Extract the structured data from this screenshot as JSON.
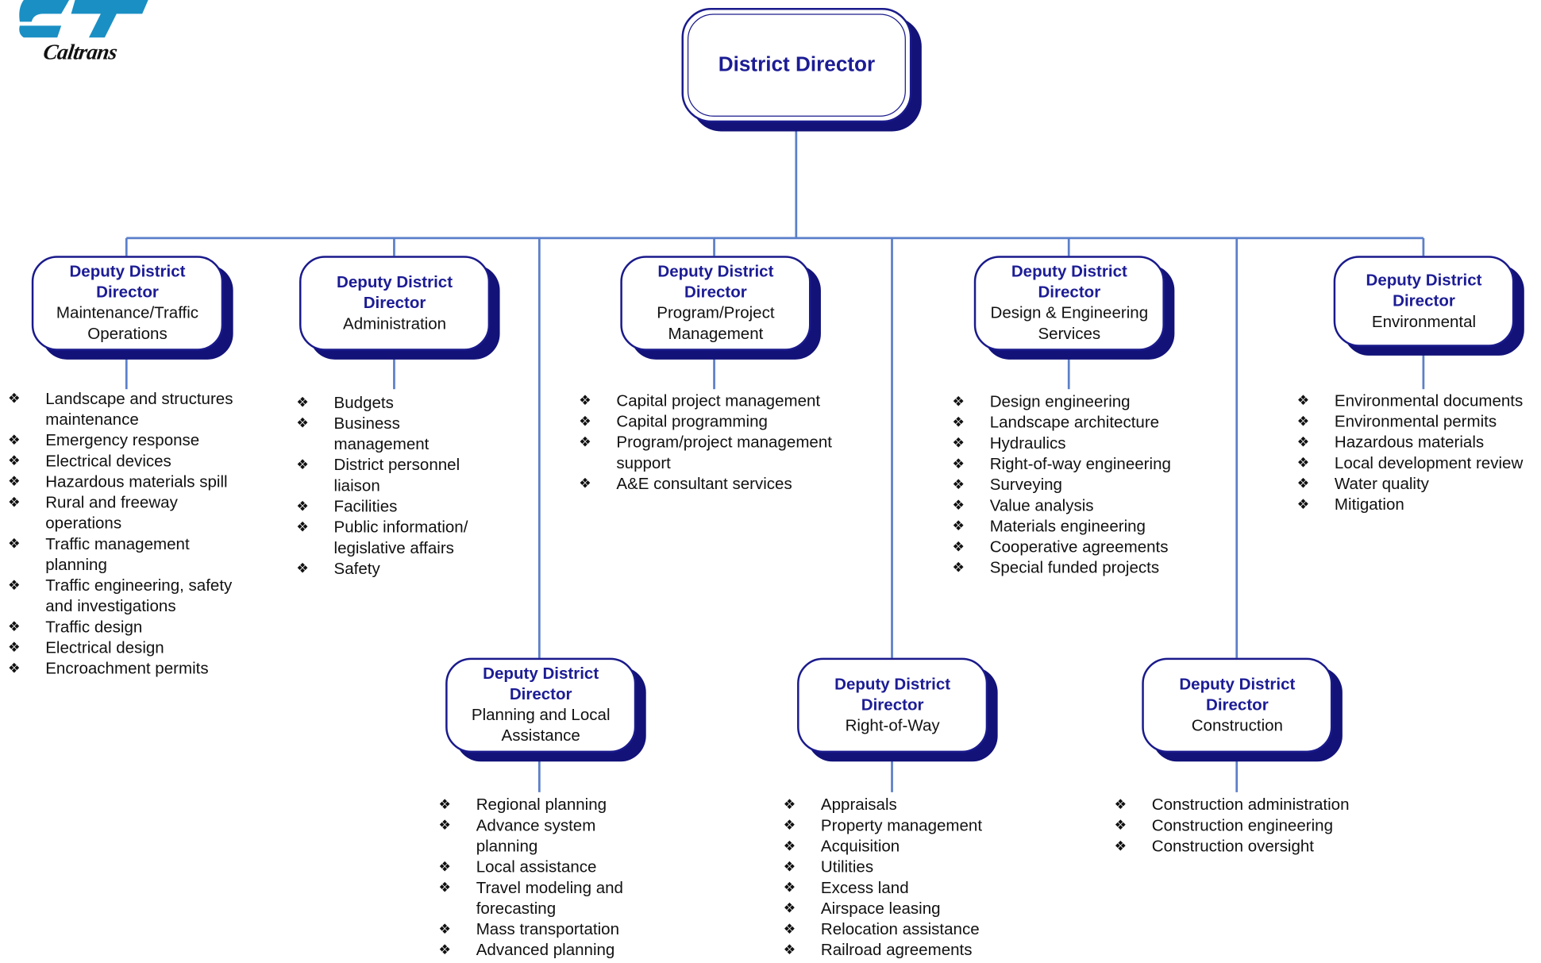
{
  "logo": {
    "wordmark": "Caltrans",
    "colors": {
      "primary": "#1a8fc4",
      "text": "#111111"
    }
  },
  "colors": {
    "box_border": "#1a1a8c",
    "box_shadow": "#121278",
    "title": "#1c1c95",
    "connector": "#5b7fc9"
  },
  "top": {
    "title": "District Director"
  },
  "deputies": [
    {
      "title": "Deputy District Director",
      "subtitle": "Maintenance/Traffic Operations",
      "items": [
        "Landscape and structures maintenance",
        "Emergency response",
        "Electrical devices",
        "Hazardous materials spill",
        "Rural and freeway operations",
        "Traffic management planning",
        "Traffic engineering, safety and investigations",
        "Traffic design",
        "Electrical design",
        "Encroachment permits"
      ]
    },
    {
      "title": "Deputy District Director",
      "subtitle": "Administration",
      "items": [
        "Budgets",
        "Business management",
        "District personnel liaison",
        "Facilities",
        "Public information/ legislative affairs",
        "Safety"
      ]
    },
    {
      "title": "Deputy District Director",
      "subtitle": "Program/Project Management",
      "items": [
        "Capital project management",
        "Capital programming",
        "Program/project management support",
        "A&E consultant services"
      ]
    },
    {
      "title": "Deputy District Director",
      "subtitle": "Design & Engineering Services",
      "items": [
        "Design engineering",
        "Landscape architecture",
        "Hydraulics",
        "Right-of-way engineering",
        "Surveying",
        "Value analysis",
        "Materials engineering",
        "Cooperative agreements",
        "Special funded projects"
      ]
    },
    {
      "title": "Deputy District Director",
      "subtitle": "Environmental",
      "items": [
        "Environmental documents",
        "Environmental permits",
        "Hazardous materials",
        "Local development review",
        "Water quality",
        "Mitigation"
      ]
    },
    {
      "title": "Deputy District Director",
      "subtitle": "Planning and Local Assistance",
      "items": [
        "Regional planning",
        "Advance system planning",
        "Local assistance",
        "Travel modeling and forecasting",
        "Mass transportation",
        "Advanced planning"
      ]
    },
    {
      "title": "Deputy District Director",
      "subtitle": "Right-of-Way",
      "items": [
        "Appraisals",
        "Property management",
        "Acquisition",
        "Utilities",
        "Excess land",
        "Airspace leasing",
        "Relocation assistance",
        "Railroad agreements"
      ]
    },
    {
      "title": "Deputy District Director",
      "subtitle": "Construction",
      "items": [
        "Construction administration",
        "Construction engineering",
        "Construction oversight"
      ]
    }
  ]
}
